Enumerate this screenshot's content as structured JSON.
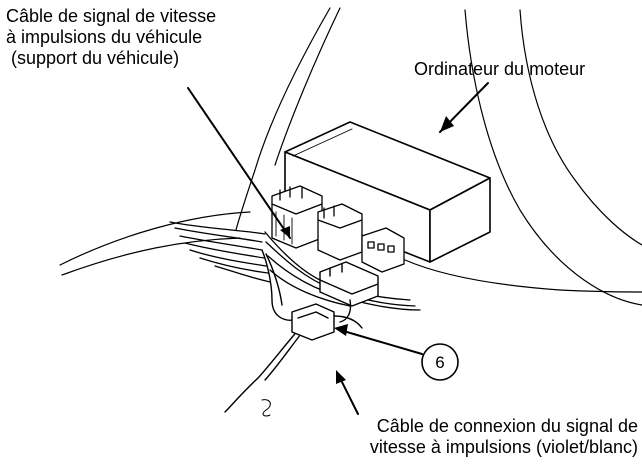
{
  "labels": {
    "speed_cable_line1": "Câble de signal de vitesse",
    "speed_cable_line2": "à impulsions du véhicule",
    "speed_cable_line3": " (support du véhicule)",
    "engine_computer": "Ordinateur du moteur",
    "connection_line1": "Câble de connexion du signal de",
    "connection_line2": "vitesse à impulsions (violet/blanc)",
    "callout_number": "6"
  },
  "colors": {
    "ink": "#000000",
    "background": "#ffffff"
  }
}
